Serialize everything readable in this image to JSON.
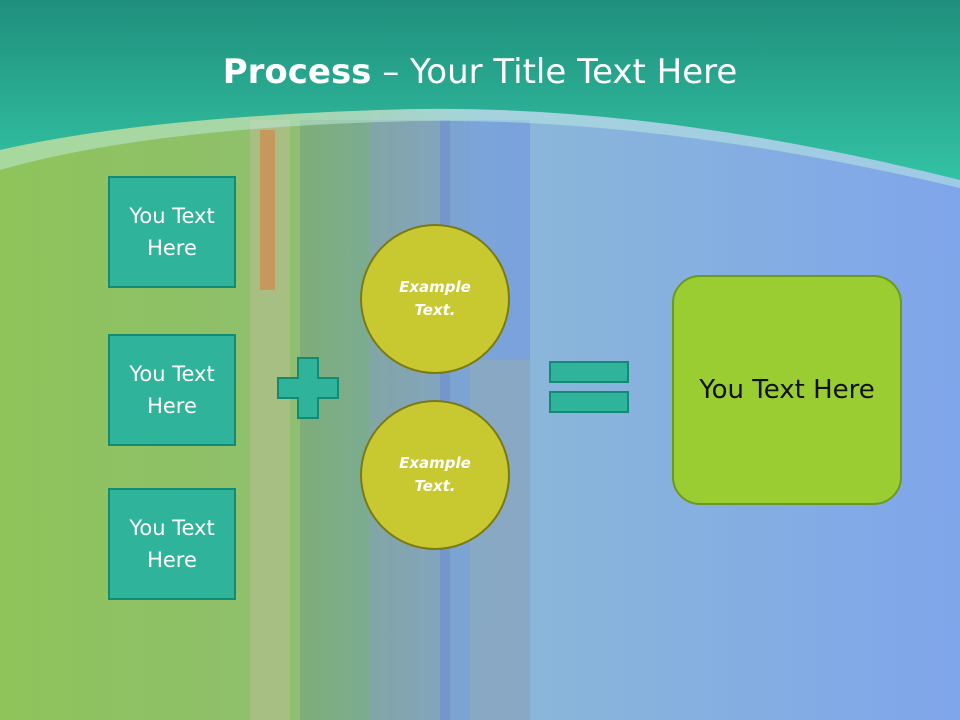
{
  "slide": {
    "title_bold": "Process",
    "title_rest": "– Your Title Text Here",
    "boxes": [
      {
        "label": "You Text Here"
      },
      {
        "label": "You Text Here"
      },
      {
        "label": "You Text Here"
      }
    ],
    "circles": [
      {
        "label": "Example Text."
      },
      {
        "label": "Example Text."
      }
    ],
    "result_label": "You Text Here",
    "operators": {
      "plus": "plus-icon",
      "equals": "equals-icon"
    },
    "colors": {
      "header": "#2fb39a",
      "box_fill": "#2fb39a",
      "circle_fill": "#c8c830",
      "result_fill": "#9acd32"
    }
  }
}
